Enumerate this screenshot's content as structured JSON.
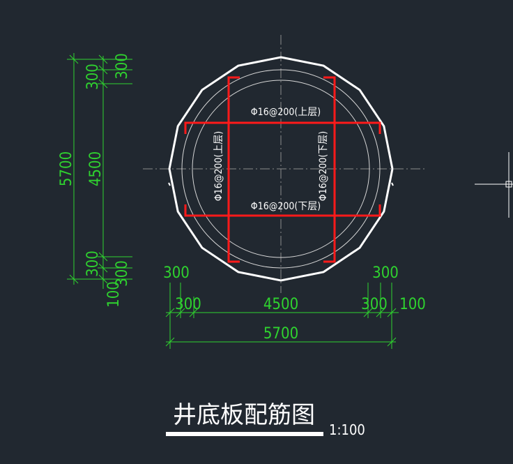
{
  "drawing": {
    "title": "井底板配筋图",
    "scale": "1:100"
  },
  "rebar": {
    "top_horizontal": "Φ16@200(上层)",
    "bottom_horizontal": "Φ16@200(下层)",
    "left_vertical": "Φ16@200(上层)",
    "right_vertical": "Φ16@200(下层)"
  },
  "dims": {
    "bottom": {
      "overall": "5700",
      "inner": "4500",
      "left_outer": "300",
      "left_inner": "300",
      "right_outer": "300",
      "right_inner": "300",
      "right_edge": "100"
    },
    "left": {
      "overall": "5700",
      "inner": "4500",
      "top_outer": "300",
      "top_inner": "300",
      "bottom_outer": "300",
      "bottom_inner": "300",
      "bottom_edge": "100"
    }
  },
  "colors": {
    "background": "#212830",
    "dimension": "#2fd32f",
    "rebar": "#ff1a1a",
    "outline": "#ffffff",
    "centerline": "#8c8c8c"
  }
}
